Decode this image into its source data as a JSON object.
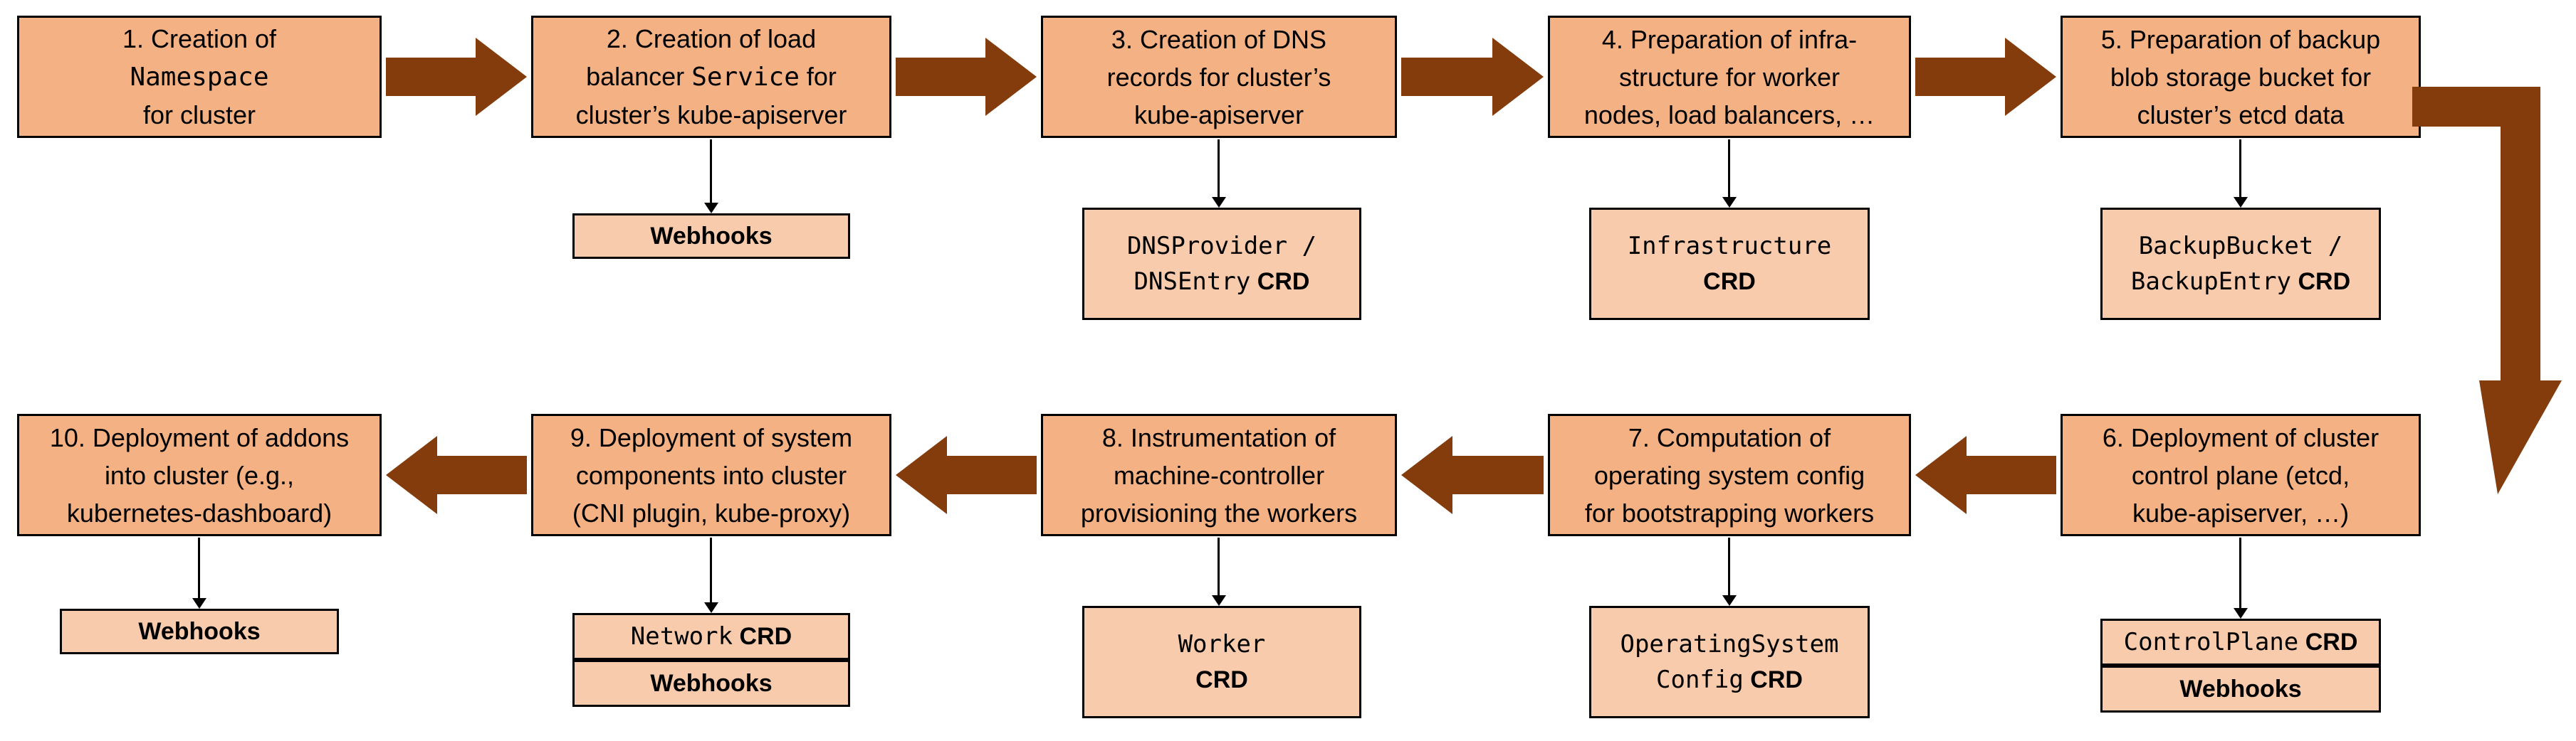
{
  "colors": {
    "box_fill": "#F4B183",
    "sub_fill": "#F8CBAD",
    "arrow": "#843C0C",
    "line": "#000000"
  },
  "diagram_type": "flowchart",
  "nodes": [
    {
      "step": 1,
      "title": [
        {
          "t": "1. Creation of"
        },
        {
          "br": true
        },
        {
          "t": "Namespace",
          "mono": true
        },
        {
          "br": true
        },
        {
          "t": "for cluster"
        }
      ],
      "subs": []
    },
    {
      "step": 2,
      "title": [
        {
          "t": "2. Creation of load"
        },
        {
          "br": true
        },
        {
          "t": "balancer "
        },
        {
          "t": "Service",
          "mono": true
        },
        {
          "t": " for"
        },
        {
          "br": true
        },
        {
          "t": "cluster’s kube-apiserver"
        }
      ],
      "subs": [
        [
          {
            "t": "Webhooks",
            "bold": true
          }
        ]
      ]
    },
    {
      "step": 3,
      "title": [
        {
          "t": "3. Creation of DNS"
        },
        {
          "br": true
        },
        {
          "t": "records for cluster’s"
        },
        {
          "br": true
        },
        {
          "t": "kube-apiserver"
        }
      ],
      "subs": [
        [
          {
            "t": "DNSProvider /",
            "mono": true
          },
          {
            "br": true
          },
          {
            "t": "DNSEntry",
            "mono": true
          },
          {
            "t": " CRD",
            "bold": true
          }
        ]
      ]
    },
    {
      "step": 4,
      "title": [
        {
          "t": "4. Preparation of infra-"
        },
        {
          "br": true
        },
        {
          "t": "structure for worker"
        },
        {
          "br": true
        },
        {
          "t": "nodes, load balancers, …"
        }
      ],
      "subs": [
        [
          {
            "t": "Infrastructure",
            "mono": true
          },
          {
            "br": true
          },
          {
            "t": "CRD",
            "bold": true
          }
        ]
      ]
    },
    {
      "step": 5,
      "title": [
        {
          "t": "5. Preparation of backup"
        },
        {
          "br": true
        },
        {
          "t": "blob storage bucket for"
        },
        {
          "br": true
        },
        {
          "t": "cluster’s etcd data"
        }
      ],
      "subs": [
        [
          {
            "t": "BackupBucket /",
            "mono": true
          },
          {
            "br": true
          },
          {
            "t": "BackupEntry",
            "mono": true
          },
          {
            "t": " CRD",
            "bold": true
          }
        ]
      ]
    },
    {
      "step": 6,
      "title": [
        {
          "t": "6. Deployment of cluster"
        },
        {
          "br": true
        },
        {
          "t": "control plane (etcd,"
        },
        {
          "br": true
        },
        {
          "t": "kube-apiserver, …)"
        }
      ],
      "subs": [
        [
          {
            "t": "ControlPlane",
            "mono": true
          },
          {
            "t": " CRD",
            "bold": true
          }
        ],
        [
          {
            "t": "Webhooks",
            "bold": true
          }
        ]
      ]
    },
    {
      "step": 7,
      "title": [
        {
          "t": "7. Computation of"
        },
        {
          "br": true
        },
        {
          "t": "operating system config"
        },
        {
          "br": true
        },
        {
          "t": "for bootstrapping workers"
        }
      ],
      "subs": [
        [
          {
            "t": "OperatingSystem",
            "mono": true
          },
          {
            "br": true
          },
          {
            "t": "Config",
            "mono": true
          },
          {
            "t": " CRD",
            "bold": true
          }
        ]
      ]
    },
    {
      "step": 8,
      "title": [
        {
          "t": "8. Instrumentation of"
        },
        {
          "br": true
        },
        {
          "t": "machine-controller"
        },
        {
          "br": true
        },
        {
          "t": "provisioning the workers"
        }
      ],
      "subs": [
        [
          {
            "t": "Worker",
            "mono": true
          },
          {
            "br": true
          },
          {
            "t": "CRD",
            "bold": true
          }
        ]
      ]
    },
    {
      "step": 9,
      "title": [
        {
          "t": "9. Deployment of system"
        },
        {
          "br": true
        },
        {
          "t": "components into cluster"
        },
        {
          "br": true
        },
        {
          "t": "(CNI plugin, kube-proxy)"
        }
      ],
      "subs": [
        [
          {
            "t": "Network",
            "mono": true
          },
          {
            "t": " CRD",
            "bold": true
          }
        ],
        [
          {
            "t": "Webhooks",
            "bold": true
          }
        ]
      ]
    },
    {
      "step": 10,
      "title": [
        {
          "t": "10. Deployment of addons"
        },
        {
          "br": true
        },
        {
          "t": "into cluster (e.g.,"
        },
        {
          "br": true
        },
        {
          "t": "kubernetes-dashboard)"
        }
      ],
      "subs": [
        [
          {
            "t": "Webhooks",
            "bold": true
          }
        ]
      ]
    }
  ]
}
